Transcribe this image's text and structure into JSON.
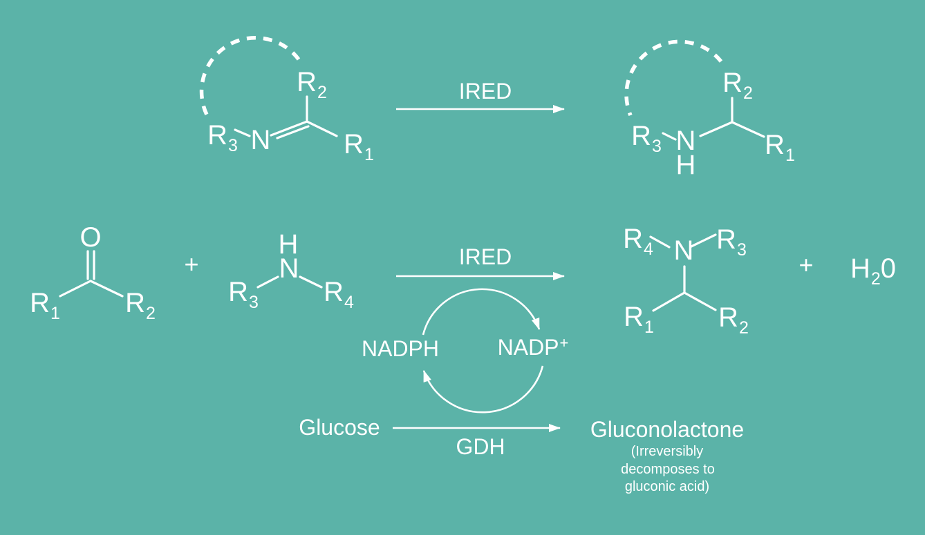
{
  "canvas": {
    "background_color": "#5bb3a8",
    "ink_color": "#ffffff"
  },
  "top_reaction": {
    "arrow_label": "IRED",
    "substrate_labels": {
      "r2": {
        "base": "R",
        "sub": "2"
      },
      "r3": {
        "base": "R",
        "sub": "3"
      },
      "n": "N",
      "r1": {
        "base": "R",
        "sub": "1"
      }
    },
    "product_labels": {
      "r2": {
        "base": "R",
        "sub": "2"
      },
      "r3": {
        "base": "R",
        "sub": "3"
      },
      "n": "N",
      "h": "H",
      "r1": {
        "base": "R",
        "sub": "1"
      }
    }
  },
  "bottom_reaction": {
    "arrow_label": "IRED",
    "plus_sign": "+",
    "water_plus_sign": "+",
    "ketone_labels": {
      "o": "O",
      "r1": {
        "base": "R",
        "sub": "1"
      },
      "r2": {
        "base": "R",
        "sub": "2"
      }
    },
    "amine_labels": {
      "h": "H",
      "n": "N",
      "r3": {
        "base": "R",
        "sub": "3"
      },
      "r4": {
        "base": "R",
        "sub": "4"
      }
    },
    "product_labels": {
      "r4": {
        "base": "R",
        "sub": "4"
      },
      "n": "N",
      "r3": {
        "base": "R",
        "sub": "3"
      },
      "r1": {
        "base": "R",
        "sub": "1"
      },
      "r2": {
        "base": "R",
        "sub": "2"
      }
    },
    "water": {
      "base": "H",
      "sub": "2",
      "rest": "0"
    }
  },
  "cofactor_cycle": {
    "reduced_cofactor": "NADPH",
    "oxidized_cofactor": {
      "base": "NADP",
      "sup": "+"
    },
    "cosubstrate": "Glucose",
    "enzyme": "GDH",
    "coproduct": "Gluconolactone",
    "note": [
      "(Irreversibly",
      "decomposes to",
      "gluconic acid)"
    ]
  }
}
